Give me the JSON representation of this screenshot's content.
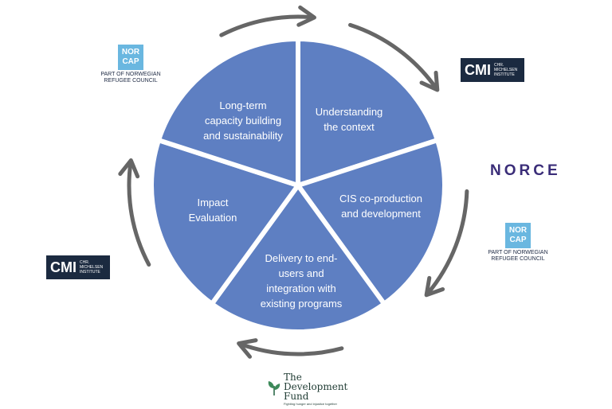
{
  "colors": {
    "segment": "#5e7fc2",
    "arrow": "#666666",
    "cmi": "#1b2a40",
    "norcap": "#6ab7e0",
    "norce": "#3a2d78"
  },
  "segments": [
    {
      "label": "Understanding\nthe context"
    },
    {
      "label": "CIS co-production\nand development"
    },
    {
      "label": "Delivery to end-\nusers and\nintegration with\nexisting programs"
    },
    {
      "label": "Impact\nEvaluation"
    },
    {
      "label": "Long-term\ncapacity building\nand sustainability"
    }
  ],
  "logos": {
    "norcap_top": {
      "mark": "NOR\nCAP",
      "sub": "PART OF NORWEGIAN\nREFUGEE COUNCIL"
    },
    "norcap_right": {
      "mark": "NOR\nCAP",
      "sub": "PART OF NORWEGIAN\nREFUGEE COUNCIL"
    },
    "cmi_top": {
      "mark": "CMI",
      "sub": "CHR.\nMICHELSEN\nINSTITUTE"
    },
    "cmi_left": {
      "mark": "CMI",
      "sub": "CHR.\nMICHELSEN\nINSTITUTE"
    },
    "norce": {
      "mark": "NORCE"
    },
    "development_fund": {
      "name": "The\nDevelopment\nFund",
      "tagline": "Fighting hunger and injustice together"
    }
  }
}
